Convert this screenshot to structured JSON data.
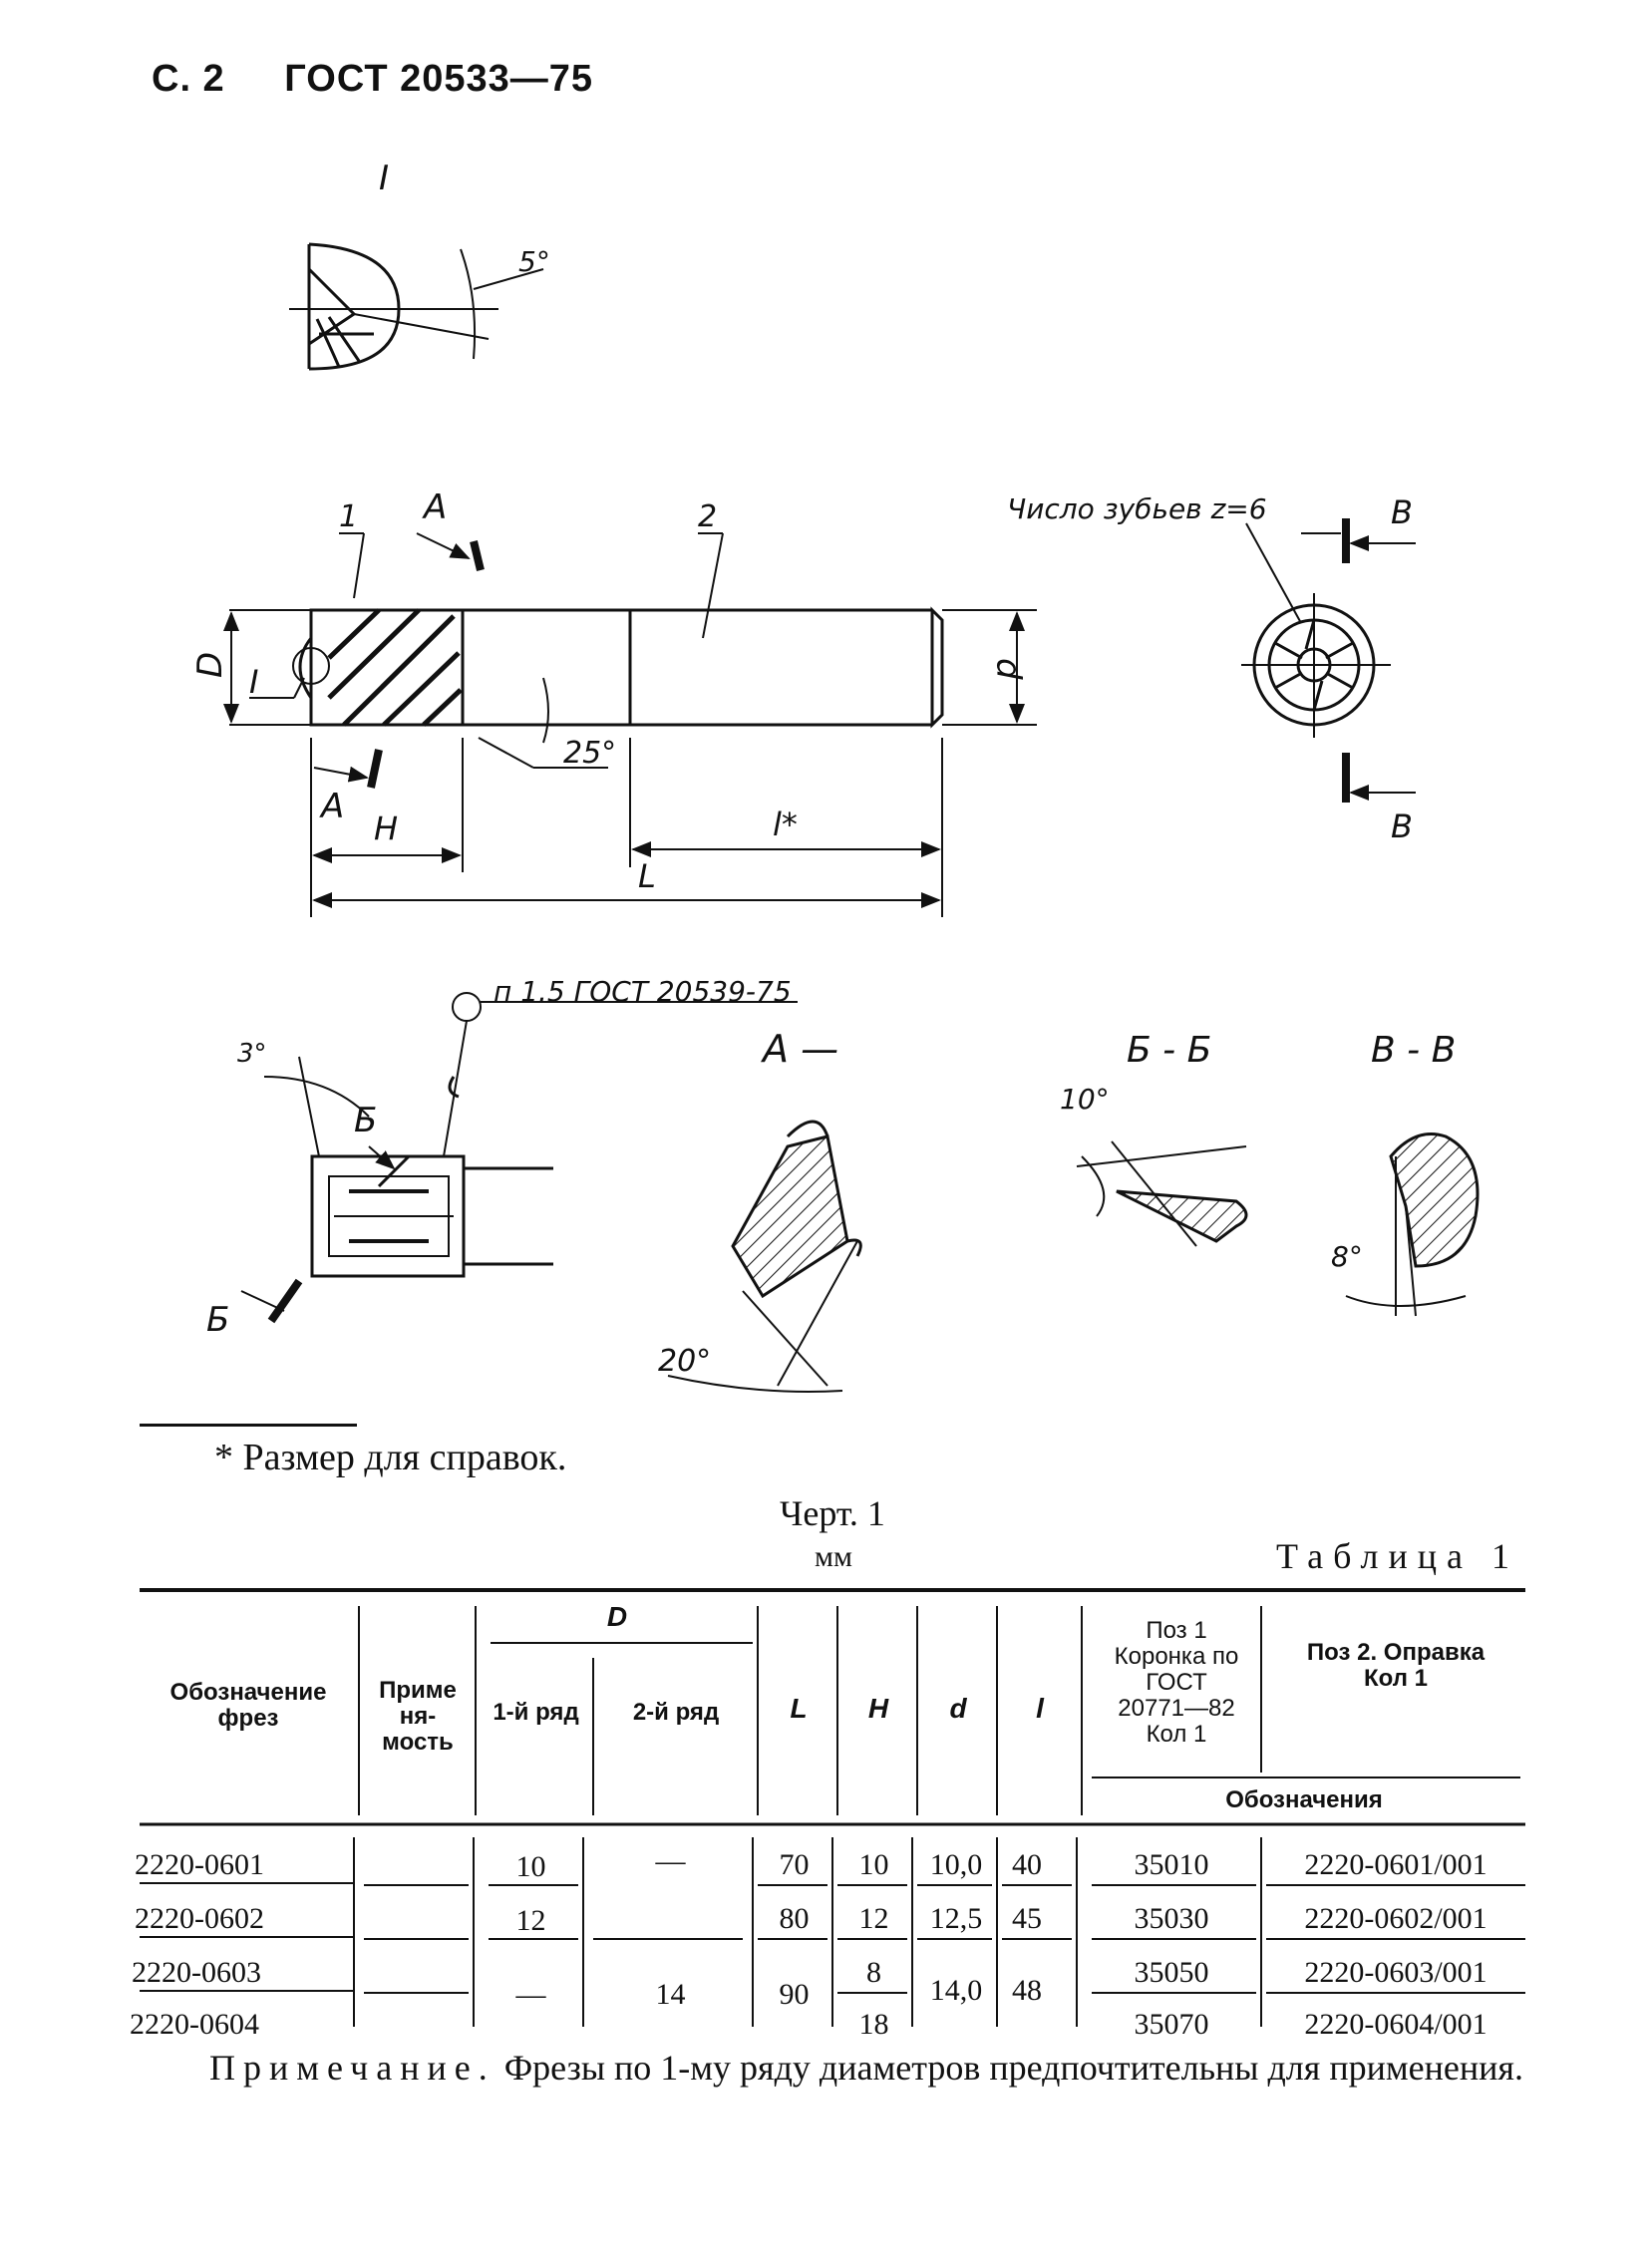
{
  "header": {
    "page": "С. 2",
    "standard": "ГОСТ 20533—75"
  },
  "drawing": {
    "view_I": "I",
    "angle_5": "5°",
    "label_A": "A",
    "pos_1": "1",
    "pos_2": "2",
    "dim_D": "D",
    "dim_d": "d",
    "dim_H": "H",
    "dim_L": "L",
    "dim_l": "l*",
    "angle_25": "25°",
    "teeth_note": "Число зубьев z=6",
    "label_B": "В",
    "ref_note": "п 1.5 ГОСТ 20539-75",
    "section_A": "А —",
    "label_Bsec": "Б",
    "section_BB": "Б - Б",
    "section_VV": "В - В",
    "angle_3": "3°",
    "angle_10": "10°",
    "angle_20": "20°",
    "angle_8": "8°"
  },
  "footnote": "* Размер для справок.",
  "caption": "Черт. 1",
  "units": "мм",
  "table_title": "Таблица 1",
  "table": {
    "headers": {
      "designation": "Обозначение фрез",
      "applicability": "Приме ня- мость",
      "D": "D",
      "row1": "1-й ряд",
      "row2": "2-й ряд",
      "L": "L",
      "H": "H",
      "d": "d",
      "l": "l",
      "pos1": "Поз 1 Коронка по ГОСТ 20771—82 Кол 1",
      "pos2": "Поз 2. Оправка Кол 1",
      "designations": "Обозначения"
    },
    "rows": [
      {
        "designation": "2220-0601",
        "D1": "10",
        "D2": "—",
        "L": "70",
        "H": "10",
        "d": "10,0",
        "l": "40",
        "pos1": "35010",
        "pos2": "2220-0601/001"
      },
      {
        "designation": "2220-0602",
        "D1": "12",
        "D2": "",
        "L": "80",
        "H": "12",
        "d": "12,5",
        "l": "45",
        "pos1": "35030",
        "pos2": "2220-0602/001"
      },
      {
        "designation": "2220-0603",
        "D1": "—",
        "D2": "14",
        "L": "90",
        "H": "8",
        "d": "14,0",
        "l": "48",
        "pos1": "35050",
        "pos2": "2220-0603/001"
      },
      {
        "designation": "2220-0604",
        "D1": "",
        "D2": "",
        "L": "",
        "H": "18",
        "d": "",
        "l": "",
        "pos1": "35070",
        "pos2": "2220-0604/001"
      }
    ]
  },
  "note": {
    "prefix": "Примечание.",
    "text": "Фрезы по 1-му ряду диаметров предпочтительны для применения."
  }
}
